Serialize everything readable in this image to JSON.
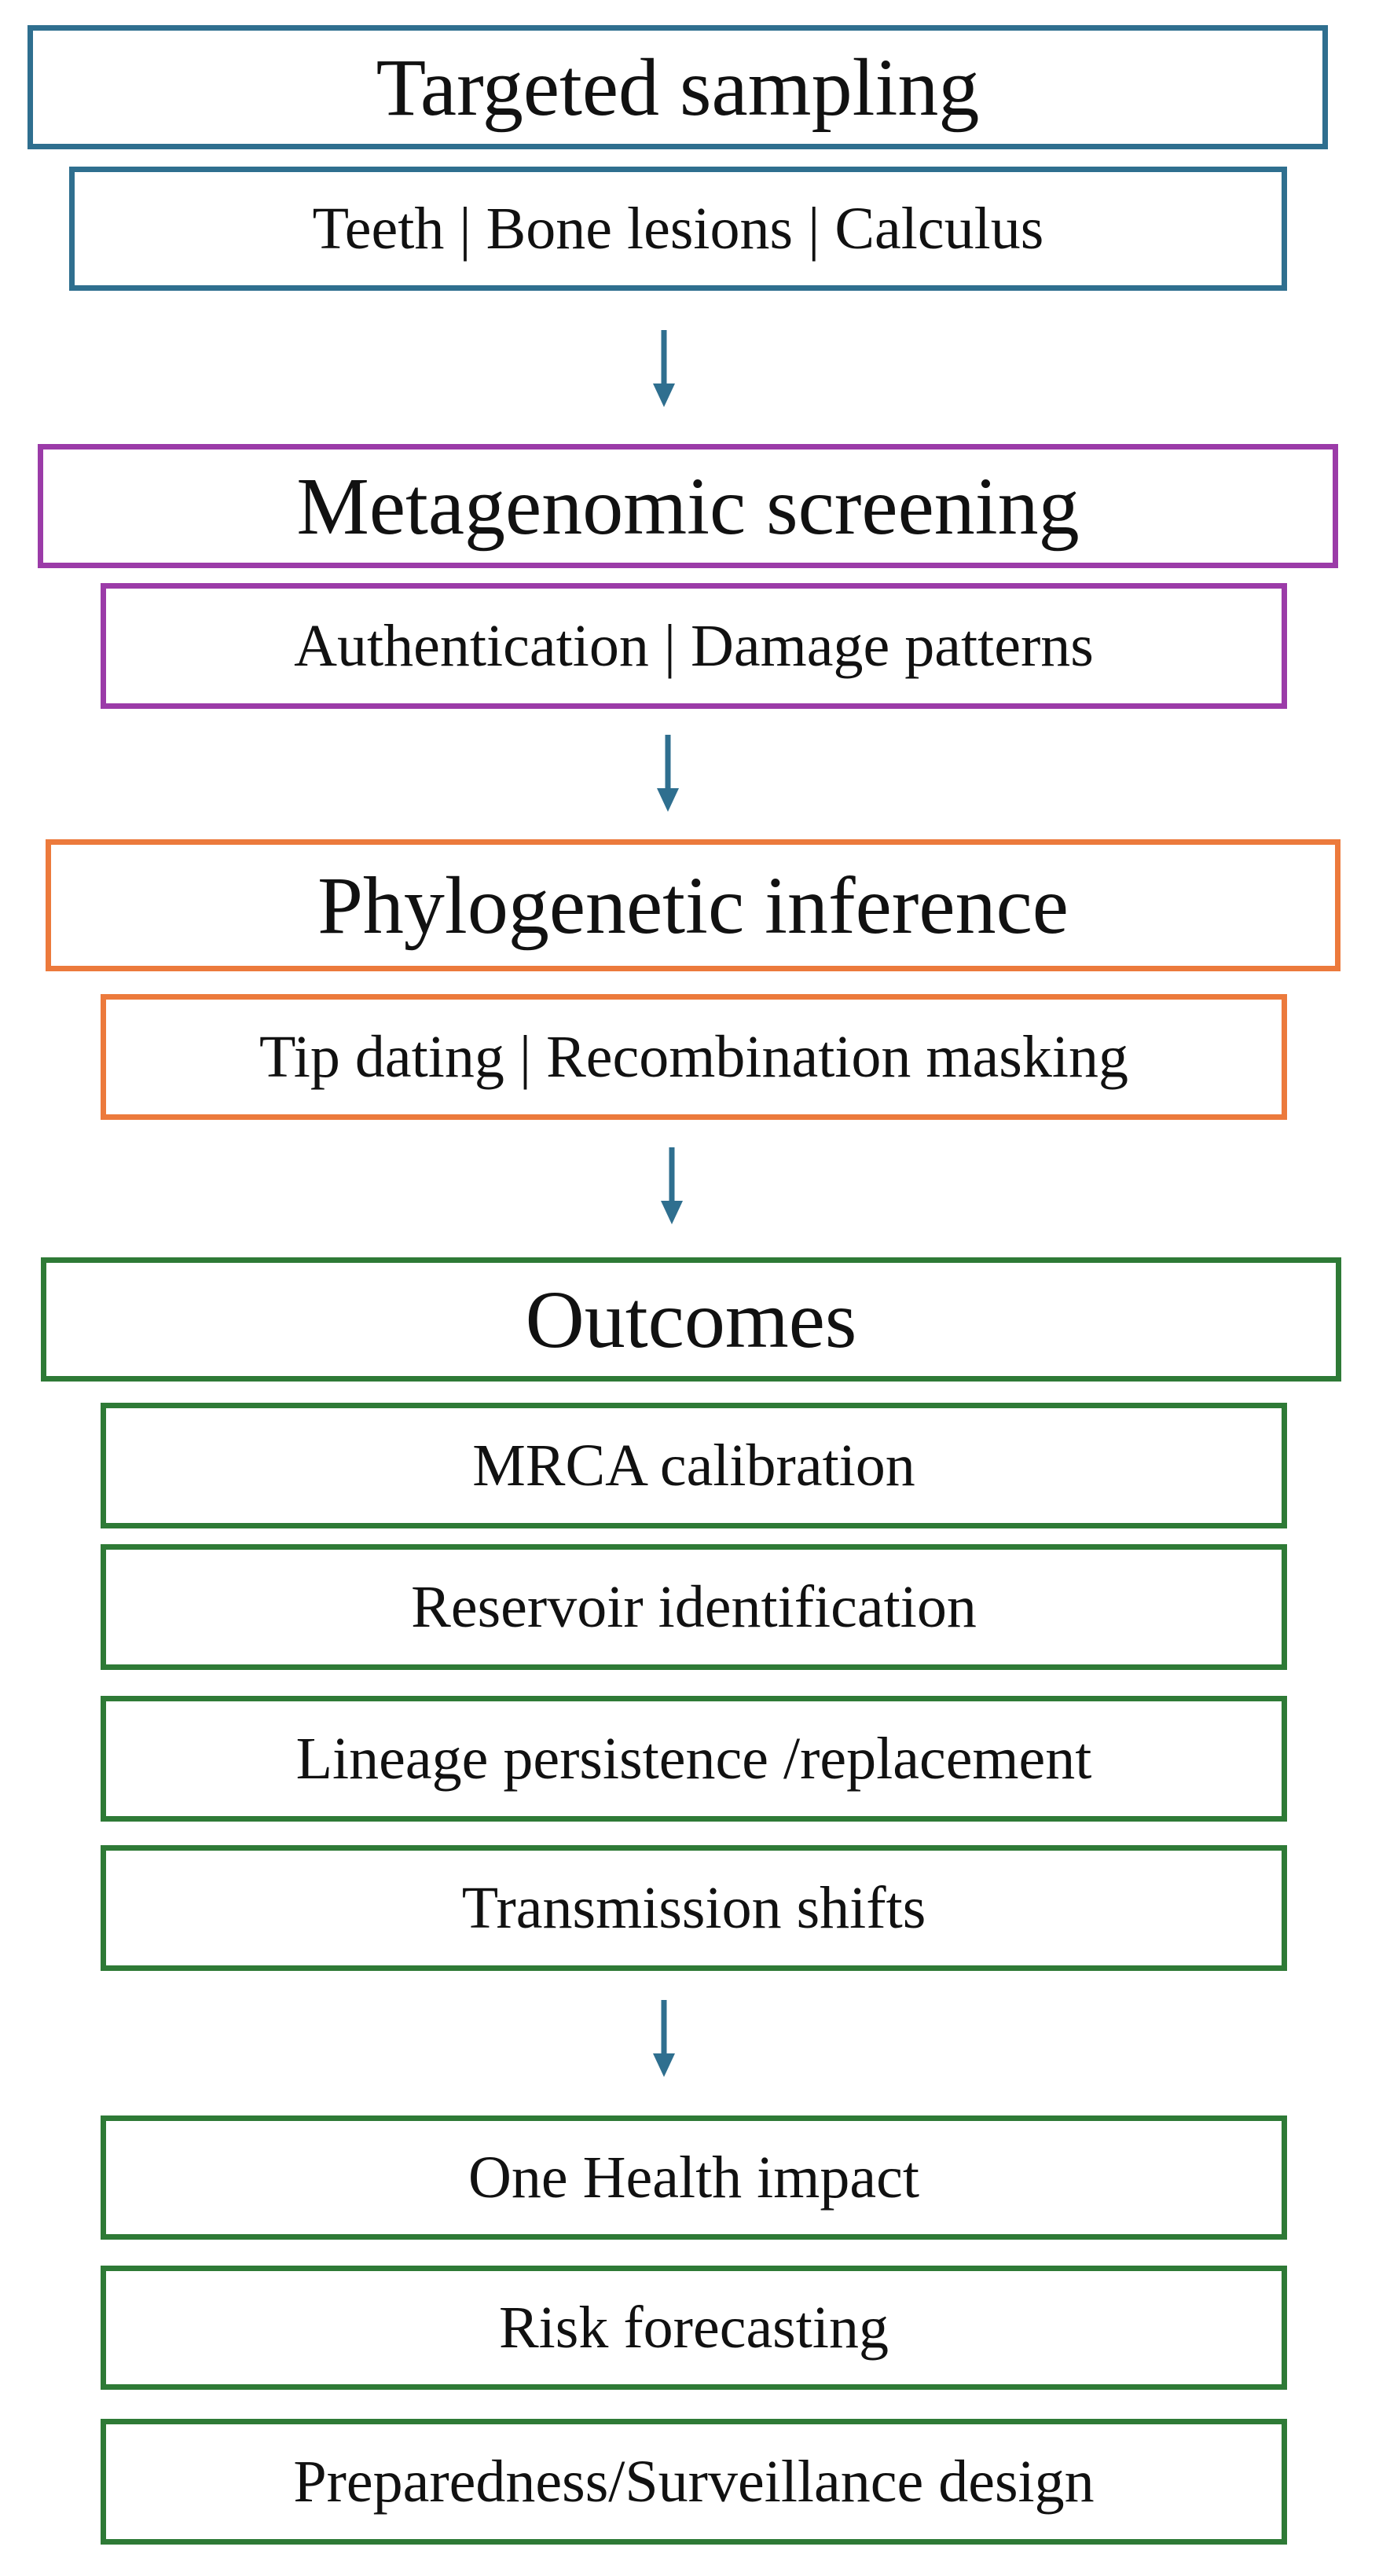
{
  "colors": {
    "blue": "#2f6f8f",
    "purple": "#9b3ba8",
    "orange": "#ec7a3c",
    "green": "#2e7a36",
    "arrow": "#2f6f8f"
  },
  "icons": {
    "arrow": "down-arrow-icon"
  },
  "stages": [
    {
      "title": "Targeted sampling",
      "color": "blue",
      "sub": [
        "Teeth | Bone lesions | Calculus"
      ]
    },
    {
      "title": "Metagenomic screening",
      "color": "purple",
      "sub": [
        "Authentication | Damage patterns"
      ]
    },
    {
      "title": "Phylogenetic inference",
      "color": "orange",
      "sub": [
        "Tip dating | Recombination masking"
      ]
    },
    {
      "title": "Outcomes",
      "color": "green",
      "sub": [
        "MRCA calibration",
        "Reservoir identification",
        "Lineage persistence /replacement",
        "Transmission shifts"
      ]
    }
  ],
  "impacts": [
    "One Health impact",
    "Risk forecasting",
    "Preparedness/Surveillance design"
  ]
}
